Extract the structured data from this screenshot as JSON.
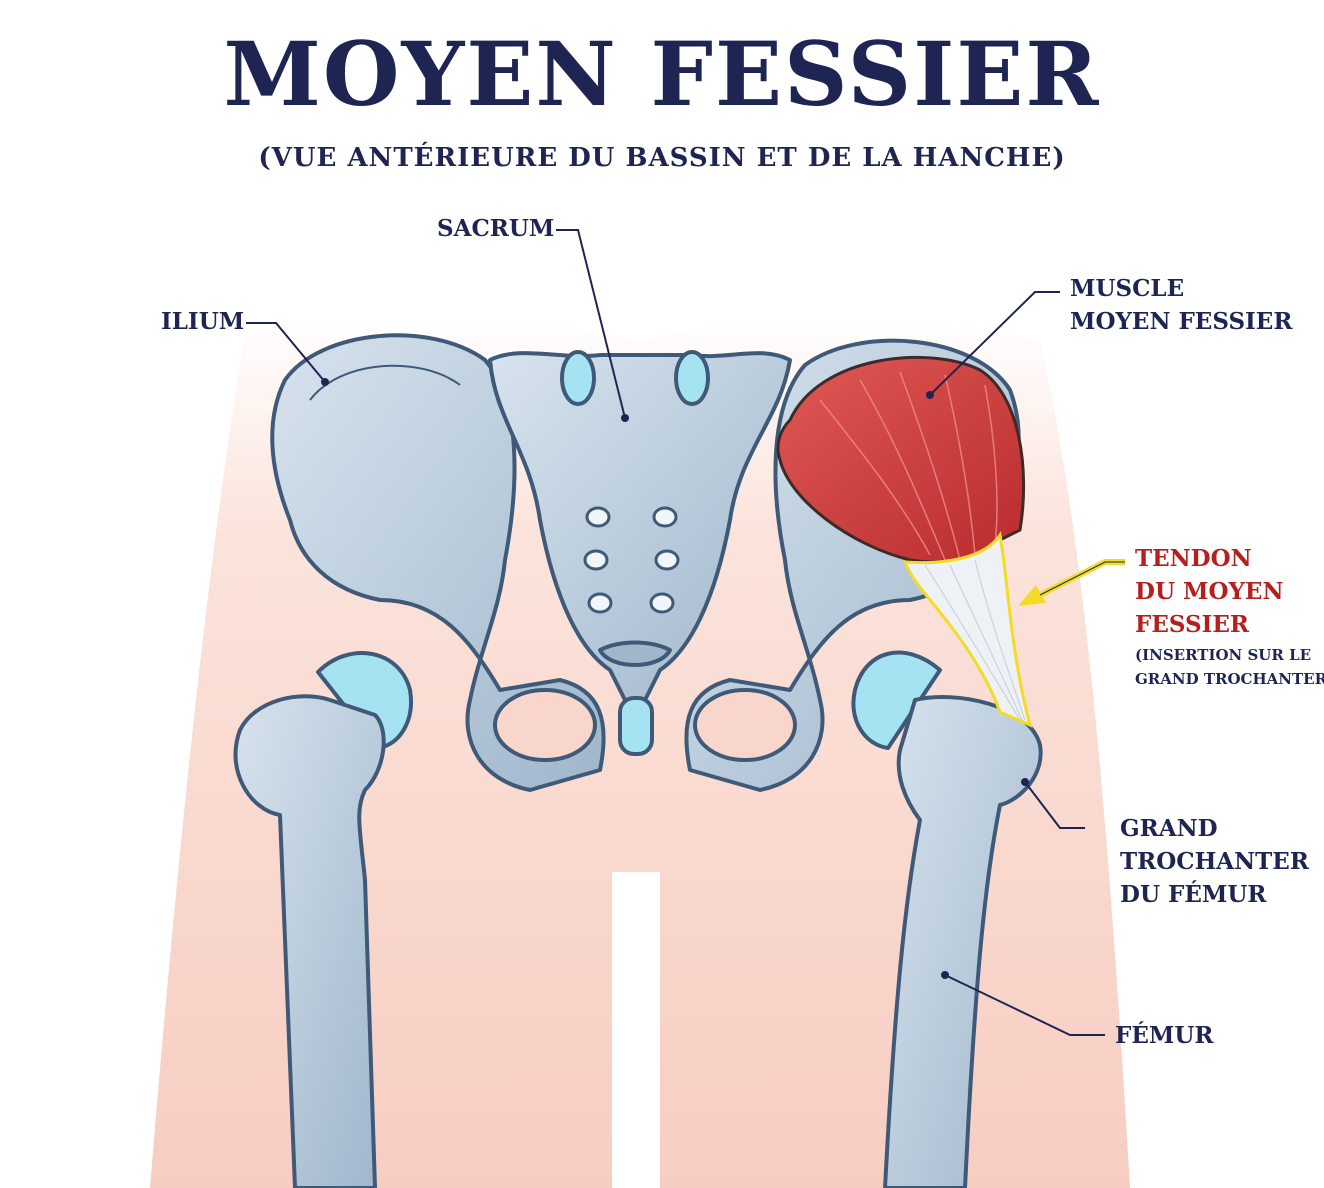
{
  "title": "MOYEN FESSIER",
  "subtitle": "(VUE ANTÉRIEURE DU BASSIN ET DE LA HANCHE)",
  "labels": {
    "sacrum": "SACRUM",
    "ilium": "ILIUM",
    "muscle": [
      "MUSCLE",
      "MOYEN FESSIER"
    ],
    "tendon": [
      "TENDON",
      "DU MOYEN",
      "FESSIER"
    ],
    "tendon_note": [
      "(INSERTION SUR LE",
      "GRAND TROCHANTER)"
    ],
    "trochanter": [
      "GRAND",
      "TROCHANTER",
      "DU FÉMUR"
    ],
    "femur": "FÉMUR"
  },
  "colors": {
    "ink": "#1f2553",
    "bone": "#b9cbdc",
    "bone_edge": "#3f5a78",
    "cartilage": "#a6e3f2",
    "muscle": "#cd3b3b",
    "tendon_outline": "#f2dc28",
    "skin": "#f8d3c8",
    "tendon_label": "#b5201f"
  }
}
